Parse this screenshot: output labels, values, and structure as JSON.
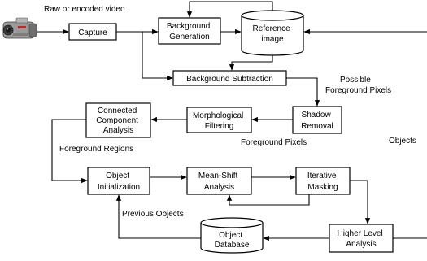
{
  "nodes": {
    "camera": {
      "label": ""
    },
    "capture": {
      "lines": [
        "Capture"
      ]
    },
    "background_generation": {
      "lines": [
        "Background",
        "Generation"
      ]
    },
    "reference_image": {
      "lines": [
        "Reference",
        "image"
      ]
    },
    "background_subtraction": {
      "lines": [
        "Background Subtraction"
      ]
    },
    "shadow_removal": {
      "lines": [
        "Shadow",
        "Removal"
      ]
    },
    "morphological_filtering": {
      "lines": [
        "Morphological",
        "Filtering"
      ]
    },
    "connected_component_analysis": {
      "lines": [
        "Connected",
        "Component",
        "Analysis"
      ]
    },
    "object_initialization": {
      "lines": [
        "Object",
        "Initialization"
      ]
    },
    "mean_shift_analysis": {
      "lines": [
        "Mean-Shift",
        "Analysis"
      ]
    },
    "iterative_masking": {
      "lines": [
        "Iterative",
        "Masking"
      ]
    },
    "higher_level_analysis": {
      "lines": [
        "Higher Level",
        "Analysis"
      ]
    },
    "object_database": {
      "lines": [
        "Object",
        "Database"
      ]
    }
  },
  "labels": {
    "raw_video": "Raw or encoded video",
    "possible_foreground": [
      "Possible",
      "Foreground Pixels"
    ],
    "foreground_pixels": "Foreground Pixels",
    "foreground_regions": "Foreground Regions",
    "objects": "Objects",
    "previous_objects": "Previous Objects"
  },
  "colors": {
    "stroke": "#000000",
    "background": "#ffffff",
    "camera_body": "#9a9a9a",
    "camera_accent": "#c0272d"
  }
}
